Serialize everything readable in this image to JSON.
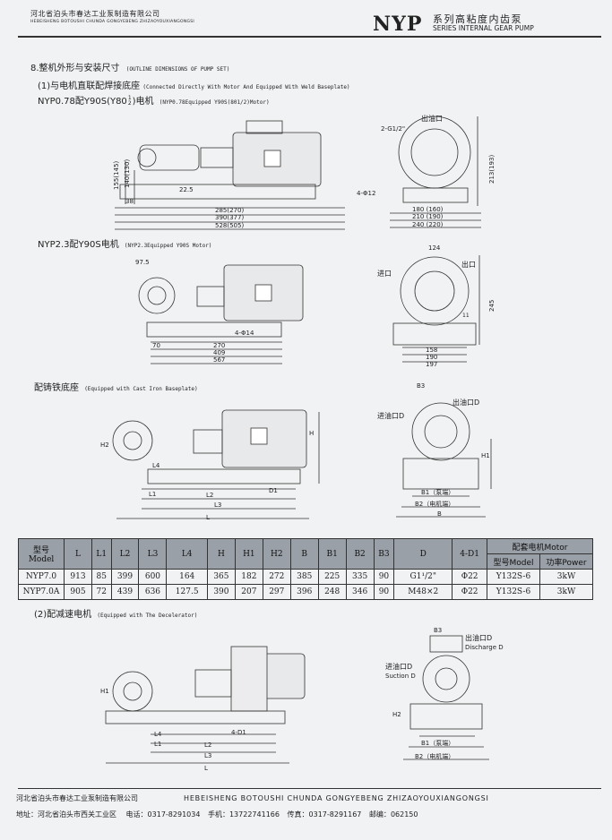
{
  "header": {
    "company_cn": "河北省泊头市春达工业泵制造有限公司",
    "company_en": "HEBEISHENG BOTOUSHI CHUNDA GONGYEBENG ZHIZAOYOUXIANGONGSI",
    "series_code": "NYP",
    "series_cn": "系列高粘度内齿泵",
    "series_en": "SERIES INTERNAL GEAR PUMP"
  },
  "section8": {
    "title": "8.整机外形与安装尺寸",
    "title_en": "(OUTLINE DIMENSIONS OF PUMP SET)",
    "sub1": "(1)与电机直联配焊接底座",
    "sub1_en": "(Connected Directly With Motor And Equipped With Weld Baseplate)",
    "nyp078_cn": "NYP0.78配Y90S(Y80",
    "nyp078_frac_top": "1",
    "nyp078_frac_bot": "2",
    "nyp078_tail": ")电机",
    "nyp078_en": "(NYP0.78Equipped Y90S(80",
    "nyp078_en_frac": "1/2",
    "nyp078_en_tail": ")Motor)",
    "nyp23_cn": "NYP2.3配Y90S电机",
    "nyp23_en": "(NYP2.3Equipped Y90S Motor)",
    "cast_cn": "配铸铁底座",
    "cast_en": "(Equipped with Cast Iron Baseplate)",
    "sub2": "(2)配减速电机",
    "sub2_en": "(Equipped with The Decelerator)"
  },
  "dims1": {
    "left_h1": "155(145)",
    "left_h2": "140(130)",
    "d_22_5": "22.5",
    "d_38": "38",
    "d_285": "285(270)",
    "d_390": "390(377)",
    "d_528": "528(505)",
    "outlet": "出油口",
    "g12": "2-G1/2\"",
    "h213": "213(193)",
    "holes": "4-Φ12",
    "d_180": "180 (160)",
    "d_210": "210 (190)",
    "d_240": "240 (220)"
  },
  "dims2": {
    "d_97_5": "97.5",
    "holes": "4-Φ14",
    "d_70": "70",
    "d_270": "270",
    "d_409": "409",
    "d_567": "567",
    "d_124": "124",
    "inlet": "进口",
    "outlet": "出口",
    "d_245": "245",
    "d_158": "158",
    "d_190": "190",
    "d_197": "197",
    "d_11": "11"
  },
  "dims3": {
    "H2": "H2",
    "H": "H",
    "H1": "H1",
    "L4": "L4",
    "L1": "L1",
    "L2": "L2",
    "L3": "L3",
    "L": "L",
    "D1": "D1",
    "B3": "B3",
    "B": "B",
    "B1": "B1（泵端）",
    "B2": "B2（电机端）",
    "inlet": "进油口D",
    "outlet": "出油口D"
  },
  "dims4": {
    "H1": "H1",
    "L4": "L4",
    "L1": "L1",
    "L2": "L2",
    "L3": "L3",
    "L": "L",
    "holes": "4-D1",
    "B3": "B3",
    "H2": "H2",
    "B1": "B1（泵端）",
    "B2": "B2（电机端）",
    "inlet": "进油口D",
    "inlet_en": "Suction D",
    "outlet": "出油口D",
    "outlet_en": "Discharge D"
  },
  "table": {
    "headers": {
      "model_cn": "型号",
      "model_en": "Model",
      "cols": [
        "L",
        "L1",
        "L2",
        "L3",
        "L4",
        "H",
        "H1",
        "H2",
        "B",
        "B1",
        "B2",
        "B3",
        "D",
        "4-D1"
      ],
      "motor_group": "配套电机Motor",
      "motor_model": "型号Model",
      "motor_power": "功率Power"
    },
    "rows": [
      {
        "model": "NYP7.0",
        "vals": [
          "913",
          "85",
          "399",
          "600",
          "164",
          "365",
          "182",
          "272",
          "385",
          "225",
          "335",
          "90",
          "G1¹/2\"",
          "Φ22"
        ],
        "motor": "Y132S-6",
        "power": "3kW"
      },
      {
        "model": "NYP7.0A",
        "vals": [
          "905",
          "72",
          "439",
          "636",
          "127.5",
          "390",
          "207",
          "297",
          "396",
          "248",
          "346",
          "90",
          "M48×2",
          "Φ22"
        ],
        "motor": "Y132S-6",
        "power": "3kW"
      }
    ]
  },
  "footer": {
    "company_cn": "河北省泊头市春达工业泵制造有限公司",
    "company_en": "HEBEISHENG BOTOUSHI CHUNDA GONGYEBENG ZHIZAOYOUXIANGONGSI",
    "address_label": "地址：",
    "address": "河北省泊头市西关工业区",
    "tel_label": "电话：",
    "tel": "0317-8291034",
    "mobile_label": "手机：",
    "mobile": "13722741166",
    "fax_label": "传真：",
    "fax": "0317-8291167",
    "zip_label": "邮编：",
    "zip": "062150"
  }
}
